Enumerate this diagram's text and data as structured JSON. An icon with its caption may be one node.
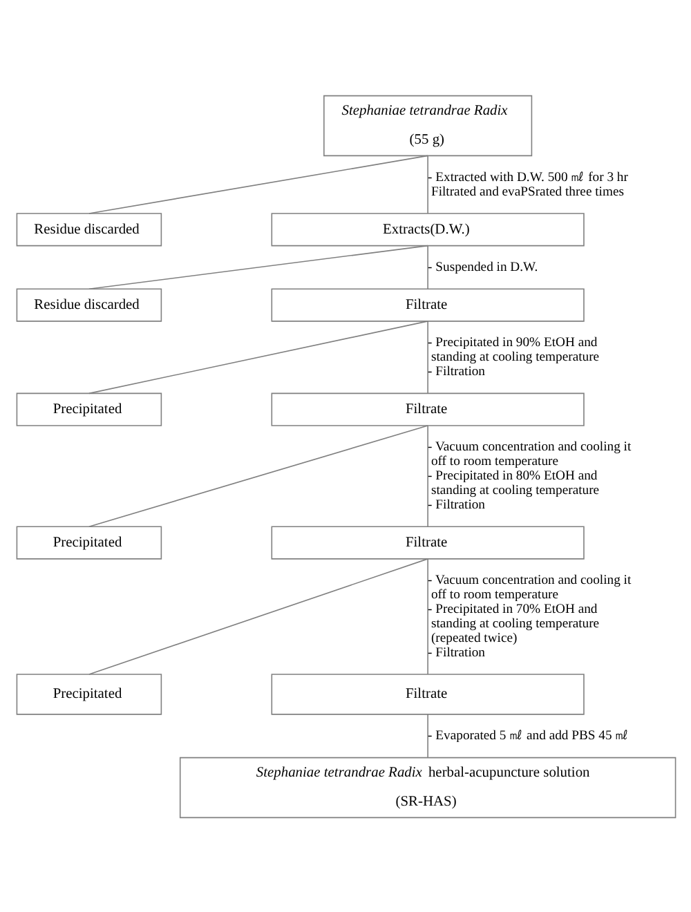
{
  "diagram": {
    "nodes": [
      {
        "text": [
          "Stephaniae tetrandrae Radix",
          "(55 g)"
        ]
      },
      {
        "text": [
          "Residue discarded"
        ]
      },
      {
        "text": [
          "Extracts(D.W.)"
        ]
      },
      {
        "text": [
          "Residue discarded"
        ]
      },
      {
        "text": [
          "Filtrate"
        ]
      },
      {
        "text": [
          "Precipitated"
        ]
      },
      {
        "text": [
          "Filtrate"
        ]
      },
      {
        "text": [
          "Precipitated"
        ]
      },
      {
        "text": [
          "Filtrate"
        ]
      },
      {
        "text": [
          "Precipitated"
        ]
      },
      {
        "text": [
          "Filtrate"
        ]
      },
      {
        "text": [
          "*Stephaniae tetrandrae Radix* herbal-acupuncture solution",
          "(SR-HAS)"
        ]
      }
    ],
    "edges": [
      {
        "from": 0,
        "to": 1,
        "arrow": "none"
      },
      {
        "from": 0,
        "to": 2,
        "arrow": "none",
        "label": "- Extracted with D.W. 500 ㎖ for 3 hr Filtrated and evaPSrated three times"
      },
      {
        "from": 2,
        "to": 3,
        "arrow": "none"
      },
      {
        "from": 2,
        "to": 4,
        "arrow": "none",
        "label": "- Suspended in D.W."
      },
      {
        "from": 4,
        "to": 5,
        "arrow": "none"
      },
      {
        "from": 4,
        "to": 6,
        "arrow": "none",
        "label": "- Precipitated in 90% EtOH and standing at cooling temperature - Filtration"
      },
      {
        "from": 6,
        "to": 7,
        "arrow": "none"
      },
      {
        "from": 6,
        "to": 8,
        "arrow": "none",
        "label": "- Vacuum concentration and cooling it off to room temperature - Precipitated in 80% EtOH and standing at cooling temperature - Filtration"
      },
      {
        "from": 8,
        "to": 9,
        "arrow": "none"
      },
      {
        "from": 8,
        "to": 10,
        "arrow": "none",
        "label": "- Vacuum concentration and cooling it off to room temperature - Precipitated in 70% EtOH and standing at cooling temperature (repeated twice) - Filtration"
      },
      {
        "from": 10,
        "to": 11,
        "arrow": "none",
        "label": "- Evaporated 5 ㎖ and add PBS 45 ㎖"
      }
    ]
  }
}
